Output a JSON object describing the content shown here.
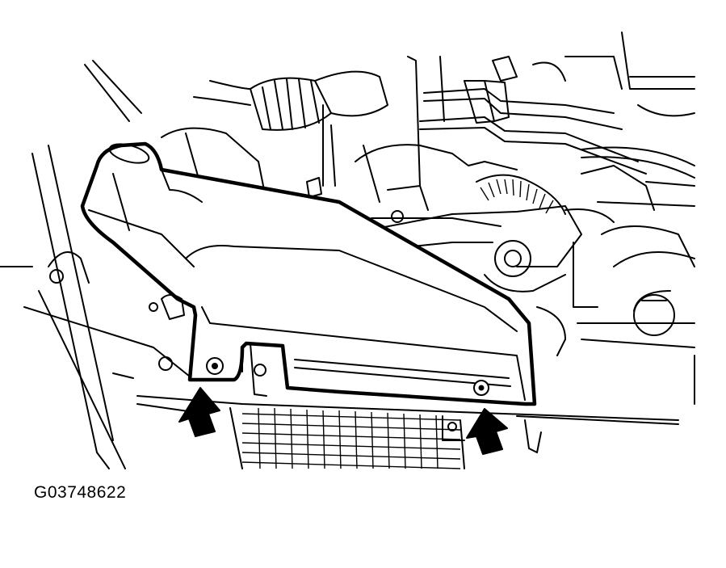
{
  "figure": {
    "id_label": "G03748622",
    "subject": "air-intake-duct",
    "markers": {
      "arrow_count": 2,
      "fastener_count": 2
    },
    "colors": {
      "line": "#000000",
      "background": "#ffffff",
      "arrow": "#000000"
    }
  }
}
